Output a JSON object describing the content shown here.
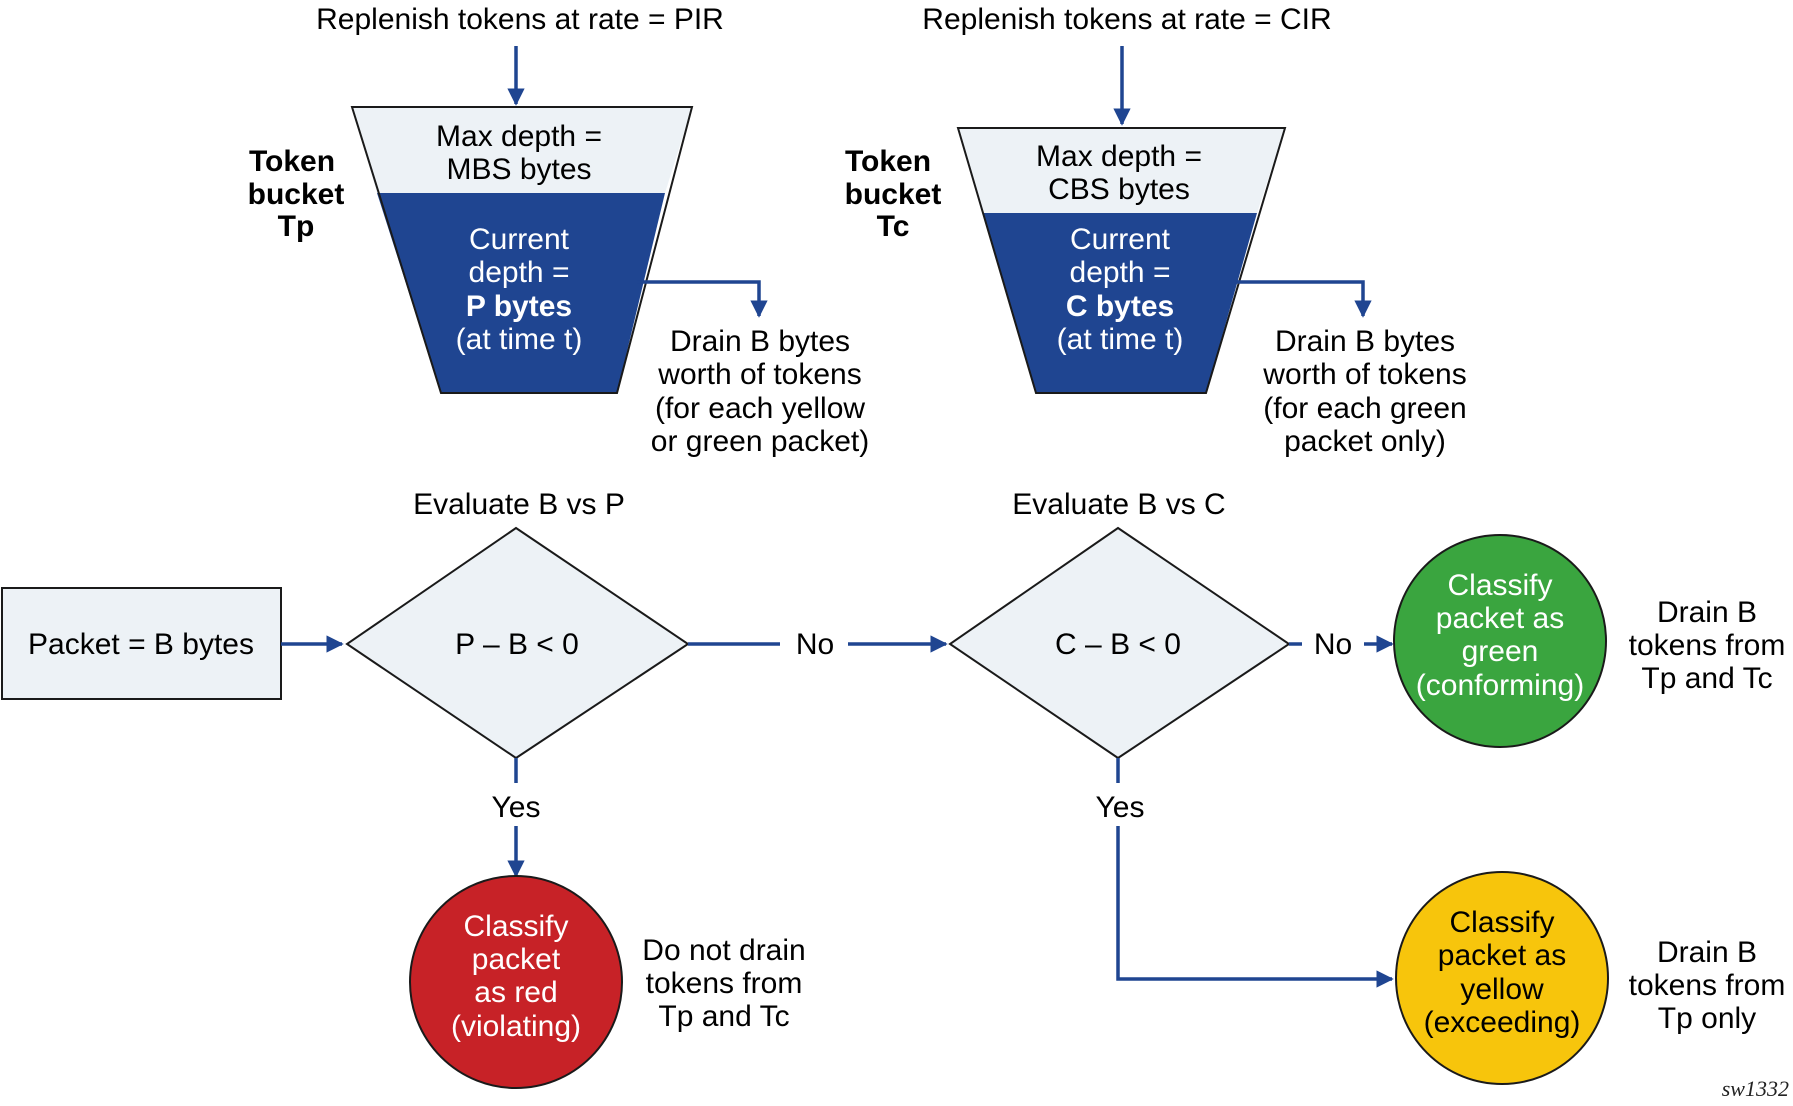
{
  "colors": {
    "flow_arrow": "#1f4591",
    "bucket_fill": "#1f4591",
    "light_fill": "#edf2f6",
    "green": "#3aa53f",
    "red": "#c72227",
    "yellow": "#f7c50c"
  },
  "bucket_peak": {
    "replenish": "Replenish tokens at rate = PIR",
    "label": [
      "Token",
      "bucket",
      "Tp"
    ],
    "max_depth": [
      "Max depth =",
      "MBS bytes"
    ],
    "current": [
      "Current",
      "depth =",
      "P bytes",
      "(at time t)"
    ],
    "drain": [
      "Drain B bytes",
      "worth of tokens",
      "(for each yellow",
      "or green packet)"
    ]
  },
  "bucket_committed": {
    "replenish": "Replenish tokens at rate = CIR",
    "label": [
      "Token",
      "bucket",
      "Tc"
    ],
    "max_depth": [
      "Max depth =",
      "CBS bytes"
    ],
    "current": [
      "Current",
      "depth =",
      "C bytes",
      "(at time t)"
    ],
    "drain": [
      "Drain B bytes",
      "worth of tokens",
      "(for each green",
      "packet only)"
    ]
  },
  "packet": "Packet = B bytes",
  "decision_peak": {
    "title": "Evaluate B vs P",
    "condition": "P – B < 0",
    "no": "No",
    "yes": "Yes"
  },
  "decision_committed": {
    "title": "Evaluate B vs C",
    "condition": "C – B < 0",
    "no": "No",
    "yes": "Yes"
  },
  "outcome_green": {
    "label": [
      "Classify",
      "packet as",
      "green",
      "(conforming)"
    ],
    "note": [
      "Drain B",
      "tokens from",
      "Tp and Tc"
    ]
  },
  "outcome_red": {
    "label": [
      "Classify",
      "packet",
      "as red",
      "(violating)"
    ],
    "note": [
      "Do not drain",
      "tokens from",
      "Tp and Tc"
    ]
  },
  "outcome_yellow": {
    "label": [
      "Classify",
      "packet as",
      "yellow",
      "(exceeding)"
    ],
    "note": [
      "Drain B",
      "tokens from",
      "Tp only"
    ]
  },
  "figure_id": "sw1332"
}
